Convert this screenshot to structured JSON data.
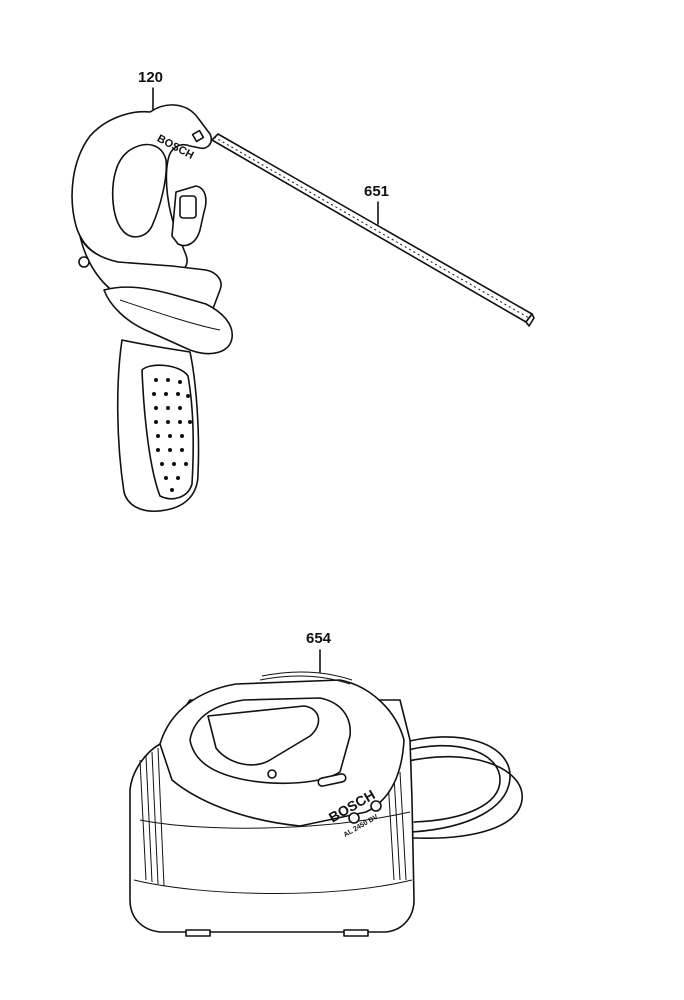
{
  "parts": [
    {
      "id": "auxiliary-handle",
      "callout": "120"
    },
    {
      "id": "depth-stop-rod",
      "callout": "651"
    },
    {
      "id": "battery-charger",
      "callout": "654"
    }
  ],
  "handle_logo": "BOSCH",
  "charger_logo": "BOSCH",
  "charger_model": "AL 2450 DV"
}
